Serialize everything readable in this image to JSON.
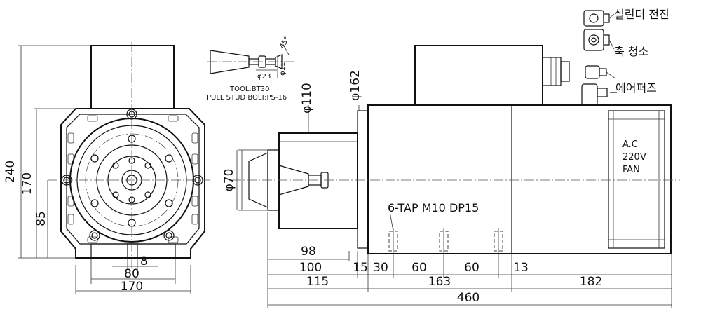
{
  "front_view": {
    "dims": {
      "height_total": "240",
      "height_body": "170",
      "height_center": "85",
      "width_bottom": "170",
      "width_mount": "80",
      "width_slot": "8"
    }
  },
  "tool": {
    "chamfer": "45°",
    "diameter_23": "φ23",
    "diameter_11": "φ11",
    "tool_name": "TOOL:BT30",
    "pull_stud": "PULL STUD BOLT:PS-16"
  },
  "side_view": {
    "diameters": {
      "d110": "φ110",
      "d162": "φ162",
      "d70": "φ70"
    },
    "tap_note": "6-TAP M10 DP15",
    "fan_label": [
      "A.C",
      "220V",
      "FAN"
    ],
    "dims_row1": [
      "98"
    ],
    "dims_row2": [
      "100",
      "15",
      "30",
      "60",
      "60",
      "13"
    ],
    "dims_row3": [
      "115",
      "163",
      "182"
    ],
    "dims_row4": [
      "460"
    ]
  },
  "legend": {
    "cylinder_inlet": "실린더 전진",
    "shaft_clean": "축 청소",
    "air_purge": "에어퍼즈"
  }
}
